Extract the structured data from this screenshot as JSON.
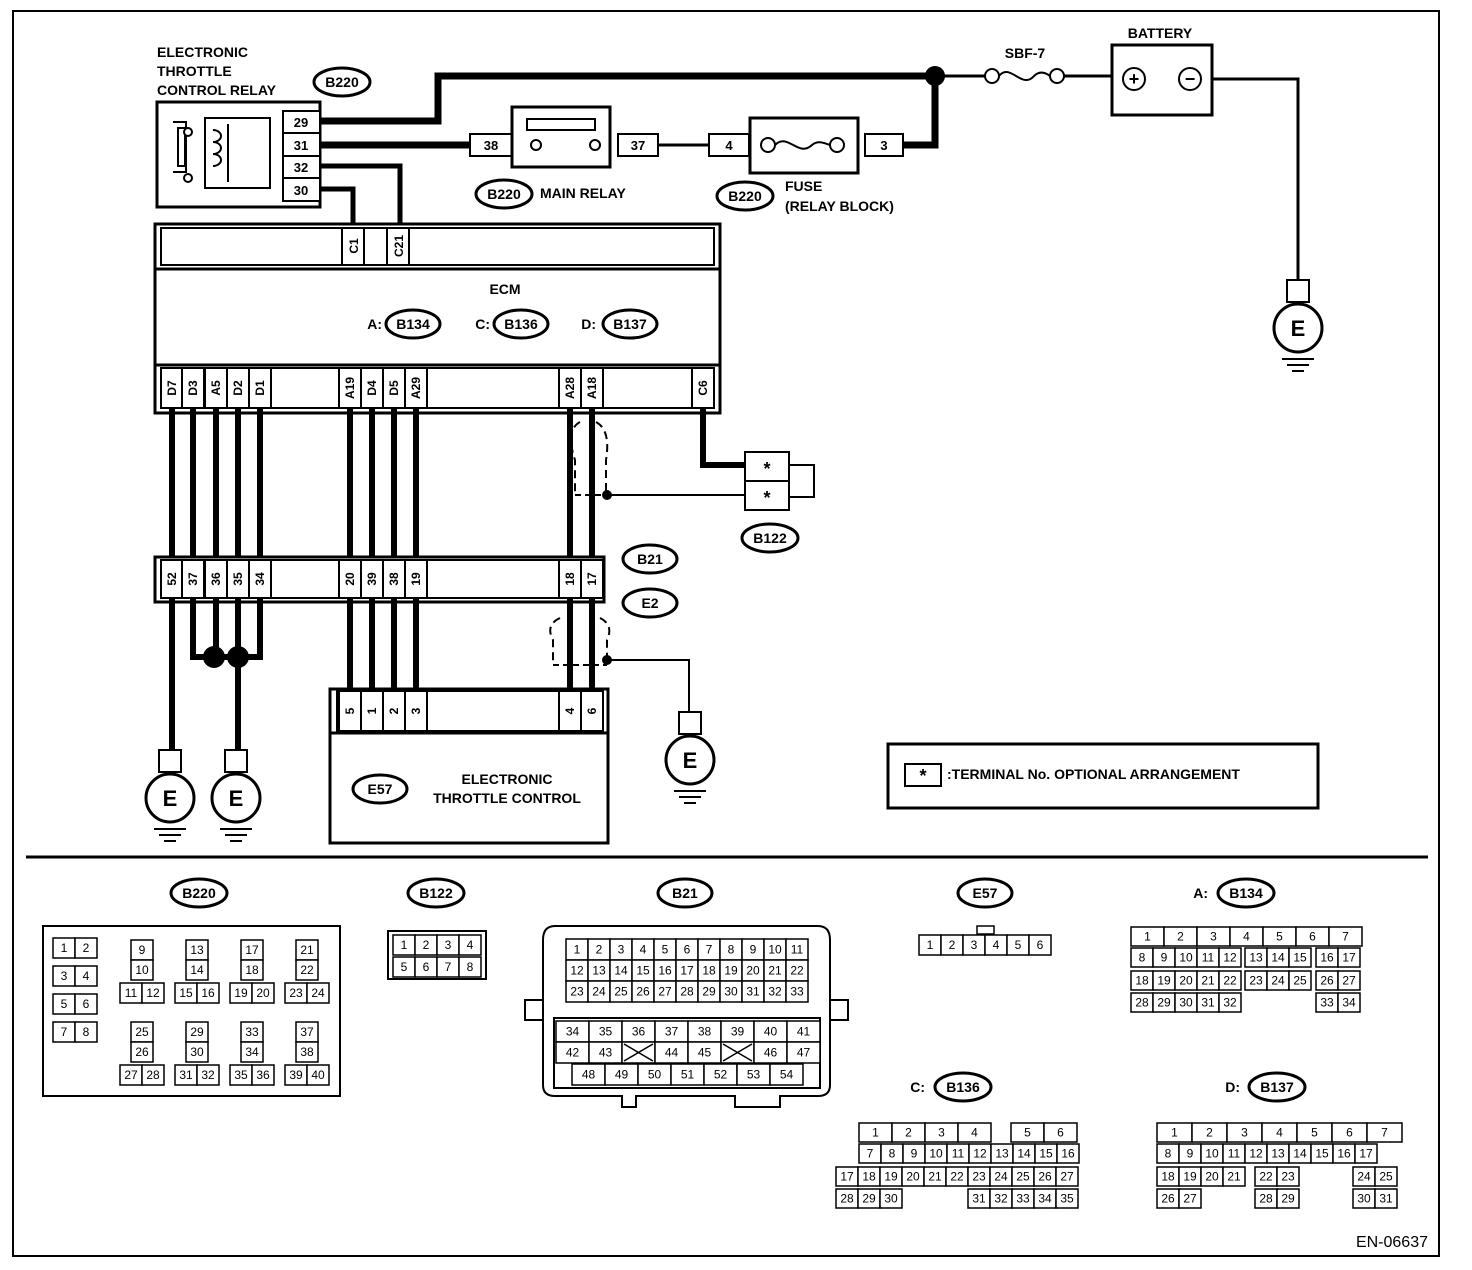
{
  "diagram": {
    "relay": {
      "title_lines": [
        "ELECTRONIC",
        "THROTTLE",
        "CONTROL RELAY"
      ],
      "connector": "B220",
      "pins": [
        "29",
        "31",
        "32",
        "30"
      ]
    },
    "main_relay": {
      "connector": "B220",
      "label": "MAIN RELAY",
      "pin_left": "38",
      "pin_right": "37"
    },
    "fuse": {
      "connector": "B220",
      "label_lines": [
        "FUSE",
        "(RELAY BLOCK)"
      ],
      "pin_left": "4",
      "pin_right": "3"
    },
    "sbf": {
      "label": "SBF-7"
    },
    "battery": {
      "label": "BATTERY",
      "plus": "+",
      "minus": "−"
    },
    "ground": "E",
    "ecm": {
      "label": "ECM",
      "connectors": [
        {
          "prefix": "A:",
          "id": "B134"
        },
        {
          "prefix": "C:",
          "id": "B136"
        },
        {
          "prefix": "D:",
          "id": "B137"
        }
      ],
      "top_pins": [
        "C1",
        "C21"
      ],
      "bottom_pins": [
        "D7",
        "D3",
        "A5",
        "D2",
        "D1",
        "A19",
        "D4",
        "D5",
        "A29",
        "A28",
        "A18",
        "C6"
      ]
    },
    "b122": {
      "connector": "B122",
      "pins": [
        "*",
        "*"
      ]
    },
    "joint": {
      "connectors": [
        "B21",
        "E2"
      ],
      "pins": [
        "52",
        "37",
        "36",
        "35",
        "34",
        "20",
        "39",
        "38",
        "19",
        "18",
        "17"
      ]
    },
    "etc": {
      "connector": "E57",
      "label_lines": [
        "ELECTRONIC",
        "THROTTLE CONTROL"
      ],
      "pins": [
        "5",
        "1",
        "2",
        "3",
        "4",
        "6"
      ]
    },
    "legend": {
      "symbol": "*",
      "text": ":TERMINAL No. OPTIONAL ARRANGEMENT"
    }
  },
  "connector_views": {
    "b220": {
      "title": "B220"
    },
    "b122": {
      "title": "B122"
    },
    "b21": {
      "title": "B21"
    },
    "e57": {
      "title": "E57"
    },
    "b134": {
      "prefix": "A:",
      "title": "B134"
    },
    "b136": {
      "prefix": "C:",
      "title": "B136"
    },
    "b137": {
      "prefix": "D:",
      "title": "B137"
    }
  },
  "footer": {
    "code": "EN-06637"
  }
}
